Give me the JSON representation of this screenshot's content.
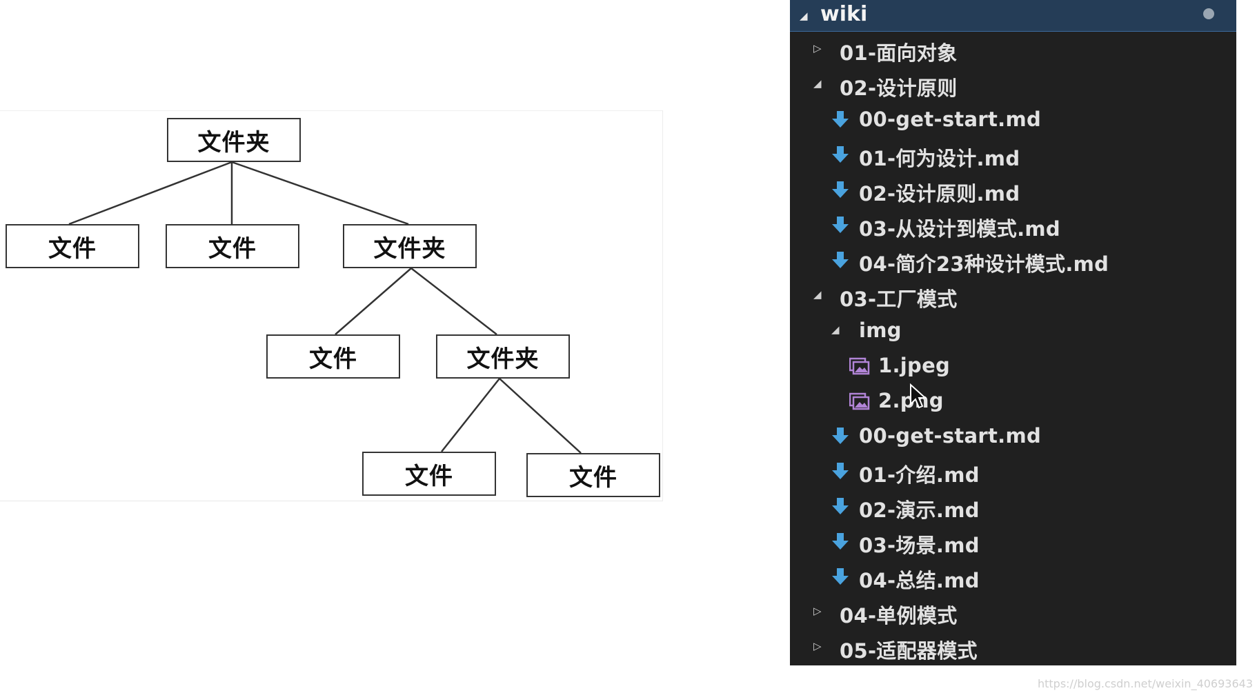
{
  "diagram": {
    "nodes": [
      {
        "id": "root",
        "label": "文件夹",
        "type": "folder"
      },
      {
        "id": "f1",
        "label": "文件",
        "type": "file"
      },
      {
        "id": "f2",
        "label": "文件",
        "type": "file"
      },
      {
        "id": "d1",
        "label": "文件夹",
        "type": "folder"
      },
      {
        "id": "f3",
        "label": "文件",
        "type": "file"
      },
      {
        "id": "d2",
        "label": "文件夹",
        "type": "folder"
      },
      {
        "id": "f4",
        "label": "文件",
        "type": "file"
      },
      {
        "id": "f5",
        "label": "文件",
        "type": "file"
      }
    ]
  },
  "explorer": {
    "root_label": "wiki",
    "items": [
      {
        "label": "01-面向对象",
        "kind": "folder",
        "state": "collapsed",
        "depth": 1
      },
      {
        "label": "02-设计原则",
        "kind": "folder",
        "state": "expanded",
        "depth": 1
      },
      {
        "label": "00-get-start.md",
        "kind": "markdown",
        "depth": 2
      },
      {
        "label": "01-何为设计.md",
        "kind": "markdown",
        "depth": 2
      },
      {
        "label": "02-设计原则.md",
        "kind": "markdown",
        "depth": 2
      },
      {
        "label": "03-从设计到模式.md",
        "kind": "markdown",
        "depth": 2
      },
      {
        "label": "04-简介23种设计模式.md",
        "kind": "markdown",
        "depth": 2
      },
      {
        "label": "03-工厂模式",
        "kind": "folder",
        "state": "expanded",
        "depth": 1
      },
      {
        "label": "img",
        "kind": "folder",
        "state": "expanded",
        "depth": 2
      },
      {
        "label": "1.jpeg",
        "kind": "image",
        "depth": 3
      },
      {
        "label": "2.png",
        "kind": "image",
        "depth": 3
      },
      {
        "label": "00-get-start.md",
        "kind": "markdown",
        "depth": 2
      },
      {
        "label": "01-介绍.md",
        "kind": "markdown",
        "depth": 2
      },
      {
        "label": "02-演示.md",
        "kind": "markdown",
        "depth": 2
      },
      {
        "label": "03-场景.md",
        "kind": "markdown",
        "depth": 2
      },
      {
        "label": "04-总结.md",
        "kind": "markdown",
        "depth": 2
      },
      {
        "label": "04-单例模式",
        "kind": "folder",
        "state": "collapsed",
        "depth": 1
      },
      {
        "label": "05-适配器模式",
        "kind": "folder",
        "state": "collapsed",
        "depth": 1
      }
    ]
  },
  "icons": {
    "markdown": "markdown-download-arrow-icon",
    "image": "image-file-icon",
    "collapsed": "chevron-right-icon",
    "expanded": "chevron-down-icon"
  },
  "colors": {
    "panel_bg": "#202020",
    "header_bg": "#253d57",
    "markdown_icon": "#4aa3df",
    "image_icon": "#b184d6"
  },
  "watermark": "https://blog.csdn.net/weixin_40693643"
}
